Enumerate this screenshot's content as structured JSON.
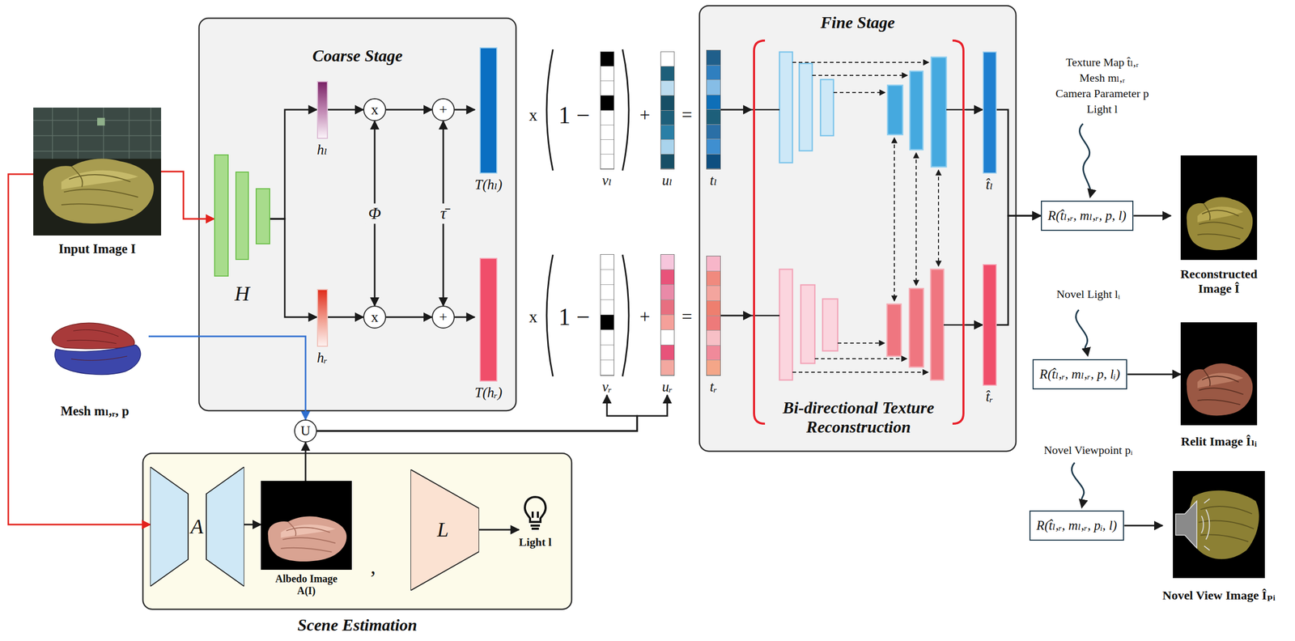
{
  "diagram": {
    "nodes": [
      {
        "text": [
          "Input Image I"
        ]
      },
      {
        "text": [
          "Mesh mₗ,ᵣ, p"
        ]
      },
      {
        "text": [
          "Coarse Stage"
        ]
      },
      {
        "text": [
          "H"
        ],
        "in": 2
      },
      {
        "text": [
          "hₗ"
        ],
        "in": 2
      },
      {
        "text": [
          "x"
        ],
        "in": 2
      },
      {
        "text": [
          "+"
        ],
        "in": 2
      },
      {
        "text": [
          "T(hₗ)"
        ],
        "in": 2
      },
      {
        "text": [
          "hᵣ"
        ],
        "in": 2
      },
      {
        "text": [
          "x"
        ],
        "in": 2
      },
      {
        "text": [
          "+"
        ],
        "in": 2
      },
      {
        "text": [
          "T(hᵣ)"
        ],
        "in": 2
      },
      {
        "text": [
          "vₗ"
        ]
      },
      {
        "text": [
          "uₗ"
        ]
      },
      {
        "text": [
          "vᵣ"
        ]
      },
      {
        "text": [
          "uᵣ"
        ]
      },
      {
        "text": [
          "Fine Stage"
        ]
      },
      {
        "text": [
          "tₗ"
        ],
        "in": 16
      },
      {
        "text": [
          "tᵣ"
        ],
        "in": 16
      },
      {
        "text": [
          "Bi-directional Texture Reconstruction"
        ],
        "in": 16
      },
      {
        "text": [
          "t̂ₗ"
        ],
        "in": 16
      },
      {
        "text": [
          "t̂ᵣ"
        ],
        "in": 16
      },
      {
        "text": [
          "Scene Estimation"
        ]
      },
      {
        "text": [
          "A"
        ],
        "in": 22
      },
      {
        "text": [
          "Albedo Image A(I)"
        ],
        "in": 22
      },
      {
        "text": [
          "L"
        ],
        "in": 22
      },
      {
        "text": [
          "Light l"
        ],
        "in": 22
      },
      {
        "text": [
          "U"
        ]
      },
      {
        "text": [
          "R(t̂ₗ,ᵣ, mₗ,ᵣ, p, l)"
        ]
      },
      {
        "text": [
          "Reconstructed Image Î"
        ]
      },
      {
        "text": [
          "R(t̂ₗ,ᵣ, mₗ,ᵣ, p, lᵢ)"
        ]
      },
      {
        "text": [
          "Relit Image Îₗᵢ"
        ]
      },
      {
        "text": [
          "R(t̂ₗ,ᵣ, mₗ,ᵣ, pᵢ, l)"
        ]
      },
      {
        "text": [
          "Novel View Image Îₚᵢ"
        ]
      }
    ],
    "edges": [
      {
        "from": 0,
        "to": 3,
        "arrow": "to"
      },
      {
        "from": 3,
        "to": 4,
        "arrow": "to"
      },
      {
        "from": 3,
        "to": 8,
        "arrow": "to"
      },
      {
        "from": 4,
        "to": 5,
        "arrow": "to"
      },
      {
        "from": 5,
        "to": 6,
        "arrow": "to"
      },
      {
        "from": 6,
        "to": 7,
        "arrow": "to"
      },
      {
        "from": 8,
        "to": 9,
        "arrow": "to"
      },
      {
        "from": 9,
        "to": 10,
        "arrow": "to"
      },
      {
        "from": 10,
        "to": 11,
        "arrow": "to"
      },
      {
        "from": 5,
        "to": 9,
        "label": "Φ",
        "arrow": "both"
      },
      {
        "from": 6,
        "to": 10,
        "label": "τ̄",
        "arrow": "both"
      },
      {
        "from": 17,
        "to": 19,
        "arrow": "to"
      },
      {
        "from": 18,
        "to": 19,
        "arrow": "to"
      },
      {
        "from": 19,
        "to": 20,
        "arrow": "to"
      },
      {
        "from": 19,
        "to": 21,
        "arrow": "to"
      },
      {
        "from": 20,
        "to": 28,
        "arrow": "to"
      },
      {
        "from": 21,
        "to": 28,
        "arrow": "to"
      },
      {
        "from": 28,
        "to": 29,
        "arrow": "to"
      },
      {
        "from": 30,
        "to": 31,
        "arrow": "to"
      },
      {
        "from": 32,
        "to": 33,
        "arrow": "to"
      },
      {
        "from": 0,
        "to": 23,
        "arrow": "to"
      },
      {
        "from": 23,
        "to": 24,
        "arrow": "to"
      },
      {
        "from": 25,
        "to": 26,
        "arrow": "to"
      },
      {
        "from": 1,
        "to": 27,
        "arrow": "to"
      },
      {
        "from": 24,
        "to": 27,
        "arrow": "to"
      },
      {
        "from": 27,
        "to": 14,
        "arrow": "to"
      },
      {
        "from": 27,
        "to": 15,
        "arrow": "to"
      }
    ],
    "labels": [
      "x",
      "1 −",
      "+",
      "=",
      "x",
      "1 −",
      "+",
      "=",
      ",",
      "Texture Map t̂ₗ,ᵣ",
      "Mesh mₗ,ᵣ",
      "Camera Parameter p",
      "Light l",
      "Novel Light lᵢ",
      "Novel Viewpoint pᵢ"
    ]
  }
}
